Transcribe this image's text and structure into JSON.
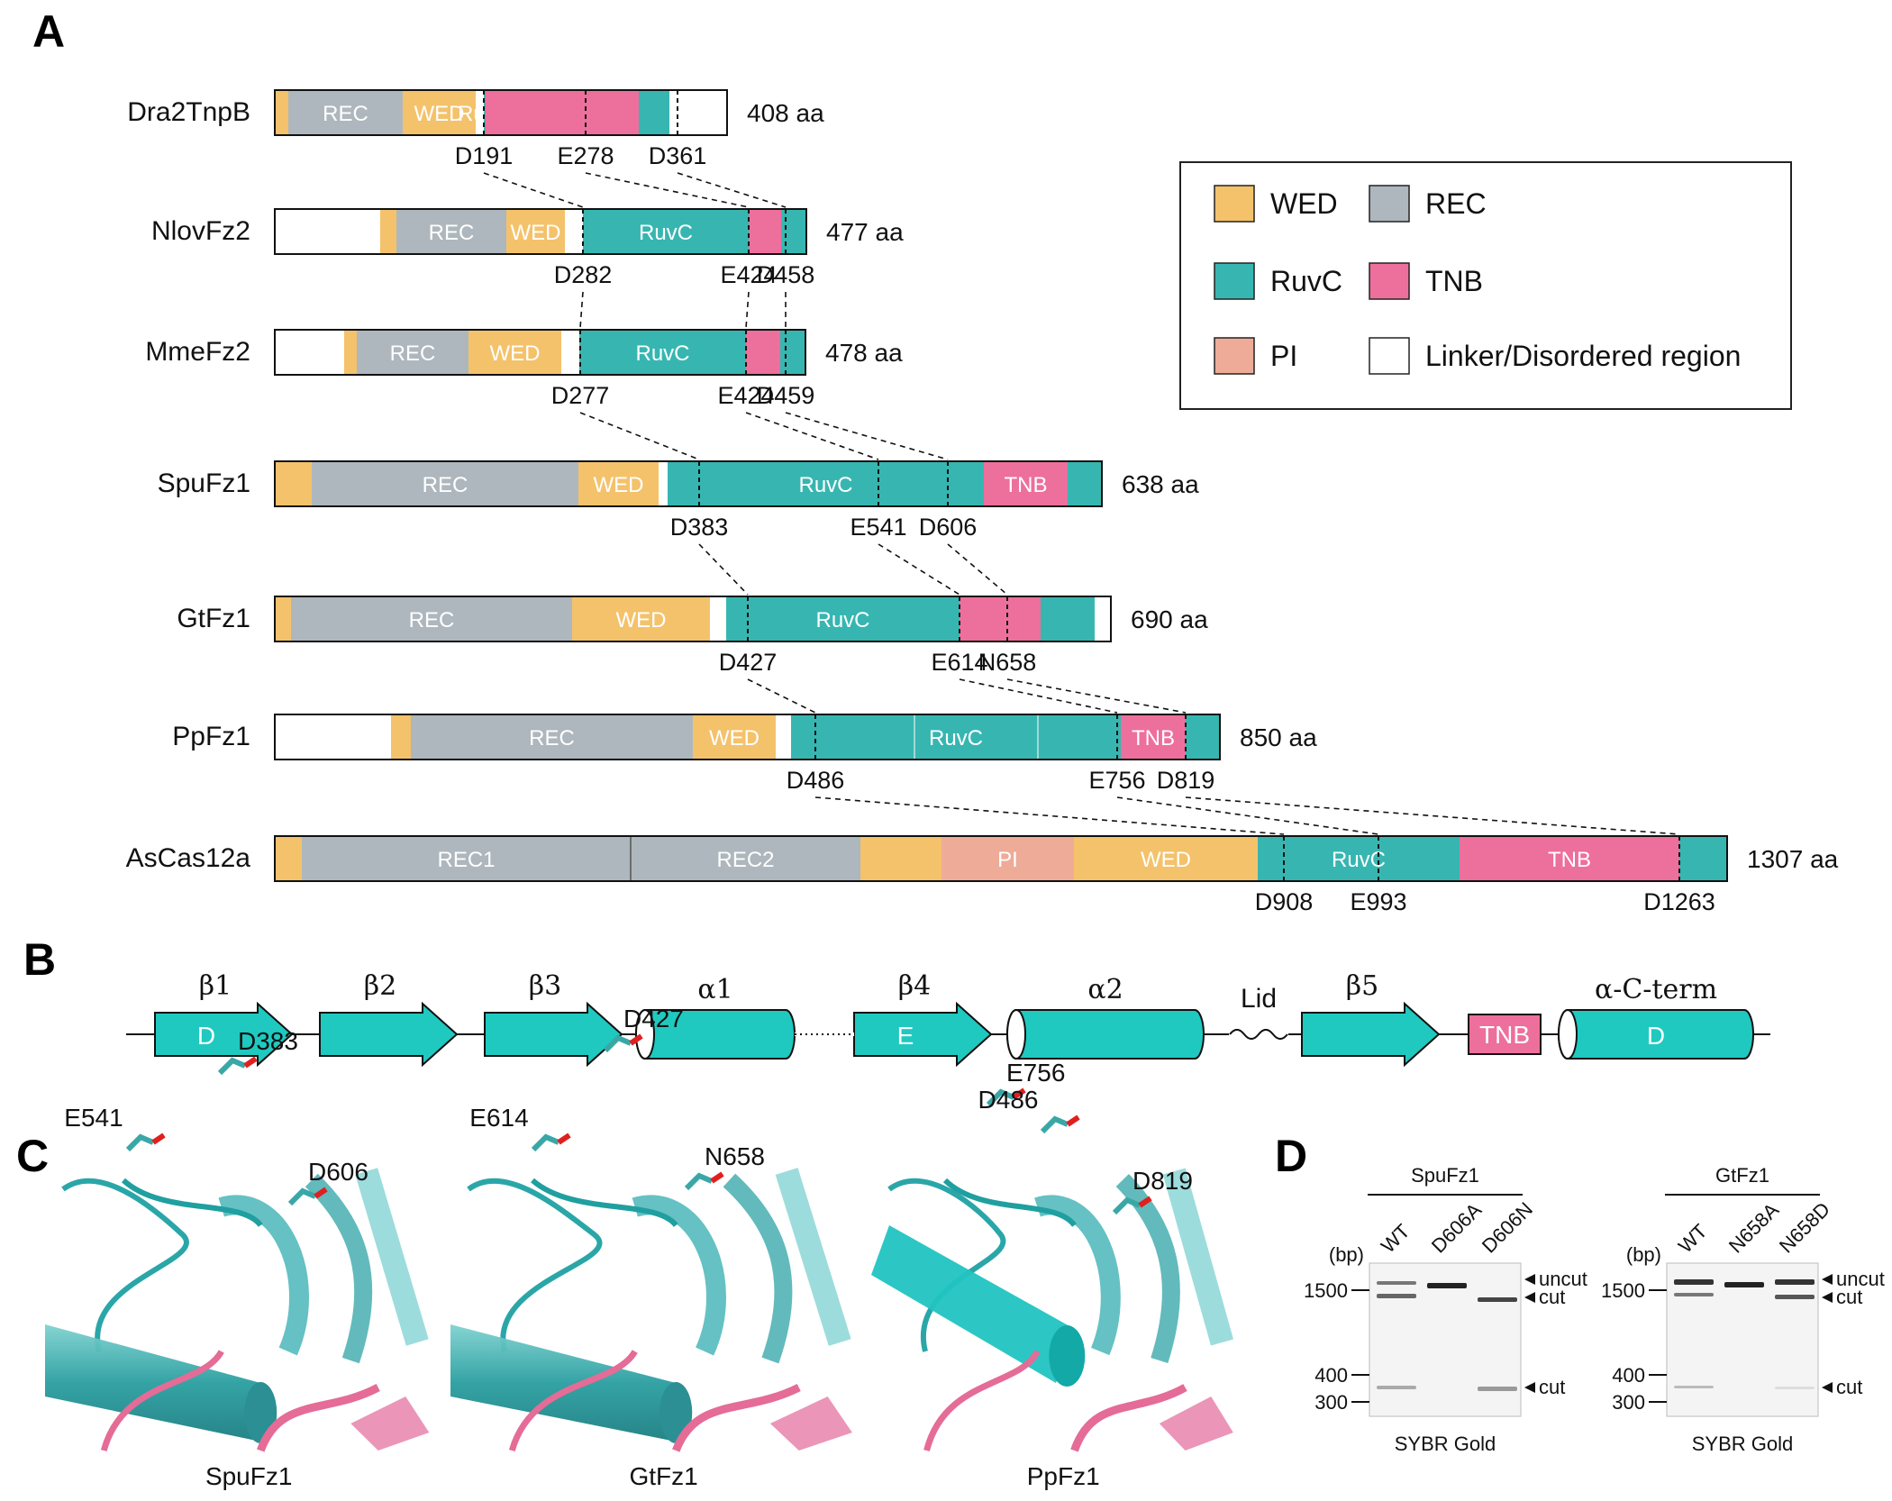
{
  "panels": {
    "A": "A",
    "B": "B",
    "C": "C",
    "D": "D"
  },
  "colors": {
    "WED": "#f4c26b",
    "REC": "#aeb7bd",
    "RuvC": "#37b6b1",
    "TNB": "#ed6f9c",
    "PI": "#eeab98",
    "linker": "#ffffff",
    "highlight": "#e8121c",
    "helix": "#1fc9c0"
  },
  "legend": [
    {
      "key": "WED",
      "label": "WED"
    },
    {
      "key": "REC",
      "label": "REC"
    },
    {
      "key": "RuvC",
      "label": "RuvC"
    },
    {
      "key": "TNB",
      "label": "TNB"
    },
    {
      "key": "PI",
      "label": "PI"
    },
    {
      "key": "linker",
      "label": "Linker/Disordered region"
    }
  ],
  "proteins": [
    {
      "name": "Dra2TnpB",
      "length_label": "408 aa",
      "segments": [
        {
          "t": "WED"
        },
        {
          "t": "REC",
          "label": "REC"
        },
        {
          "t": "WED",
          "label": "WED"
        },
        {
          "t": "linker"
        },
        {
          "t": "RuvC",
          "label": "RuvC"
        },
        {
          "t": "TNB"
        },
        {
          "t": "RuvC"
        },
        {
          "t": "linker"
        }
      ],
      "sites": [
        {
          "label": "D191"
        },
        {
          "label": "E278"
        },
        {
          "label": "D361"
        }
      ]
    },
    {
      "name": "NlovFz2",
      "length_label": "477 aa",
      "segments": [
        {
          "t": "linker"
        },
        {
          "t": "WED"
        },
        {
          "t": "REC",
          "label": "REC"
        },
        {
          "t": "WED",
          "label": "WED"
        },
        {
          "t": "linker"
        },
        {
          "t": "RuvC",
          "label": "RuvC"
        },
        {
          "t": "TNB"
        },
        {
          "t": "RuvC"
        }
      ],
      "sites": [
        {
          "label": "D282"
        },
        {
          "label": "E424"
        },
        {
          "label": "D458"
        }
      ]
    },
    {
      "name": "MmeFz2",
      "length_label": "478 aa",
      "segments": [
        {
          "t": "linker"
        },
        {
          "t": "WED"
        },
        {
          "t": "REC",
          "label": "REC"
        },
        {
          "t": "WED",
          "label": "WED"
        },
        {
          "t": "linker"
        },
        {
          "t": "RuvC",
          "label": "RuvC"
        },
        {
          "t": "TNB"
        },
        {
          "t": "RuvC"
        }
      ],
      "sites": [
        {
          "label": "D277"
        },
        {
          "label": "E424"
        },
        {
          "label": "D459"
        }
      ]
    },
    {
      "name": "SpuFz1",
      "length_label": "638 aa",
      "segments": [
        {
          "t": "WED"
        },
        {
          "t": "REC",
          "label": "REC"
        },
        {
          "t": "WED",
          "label": "WED"
        },
        {
          "t": "linker"
        },
        {
          "t": "RuvC",
          "label": "RuvC"
        },
        {
          "t": "TNB",
          "label": "TNB"
        },
        {
          "t": "RuvC"
        }
      ],
      "sites": [
        {
          "label": "D383"
        },
        {
          "label": "E541"
        },
        {
          "label": "D606"
        }
      ]
    },
    {
      "name": "GtFz1",
      "length_label": "690 aa",
      "segments": [
        {
          "t": "WED"
        },
        {
          "t": "REC",
          "label": "REC"
        },
        {
          "t": "WED",
          "label": "WED"
        },
        {
          "t": "linker"
        },
        {
          "t": "RuvC",
          "label": "RuvC"
        },
        {
          "t": "TNB"
        },
        {
          "t": "RuvC"
        }
      ],
      "sites": [
        {
          "label": "D427"
        },
        {
          "label": "E614"
        },
        {
          "label": "N658",
          "highlight": true
        }
      ]
    },
    {
      "name": "PpFz1",
      "length_label": "850 aa",
      "segments": [
        {
          "t": "linker"
        },
        {
          "t": "WED"
        },
        {
          "t": "REC",
          "label": "REC"
        },
        {
          "t": "WED",
          "label": "WED"
        },
        {
          "t": "linker"
        },
        {
          "t": "RuvC",
          "label": "RuvC"
        },
        {
          "t": "TNB",
          "label": "TNB"
        },
        {
          "t": "RuvC"
        }
      ],
      "sites": [
        {
          "label": "D486"
        },
        {
          "label": "E756"
        },
        {
          "label": "D819"
        }
      ]
    },
    {
      "name": "AsCas12a",
      "length_label": "1307 aa",
      "segments": [
        {
          "t": "WED"
        },
        {
          "t": "REC",
          "label": "REC1"
        },
        {
          "t": "REC",
          "label": "REC2"
        },
        {
          "t": "WED"
        },
        {
          "t": "PI",
          "label": "PI"
        },
        {
          "t": "WED",
          "label": "WED"
        },
        {
          "t": "RuvC",
          "label": "RuvC"
        },
        {
          "t": "TNB",
          "label": "TNB"
        },
        {
          "t": "RuvC"
        }
      ],
      "sites": [
        {
          "label": "D908"
        },
        {
          "label": "E993"
        },
        {
          "label": "D1263"
        }
      ]
    }
  ],
  "topology": {
    "elements": [
      {
        "type": "arrow",
        "label": "β1",
        "inner": "D"
      },
      {
        "type": "arrow",
        "label": "β2"
      },
      {
        "type": "arrow",
        "label": "β3"
      },
      {
        "type": "helix",
        "label": "α1"
      },
      {
        "type": "arrow",
        "label": "β4",
        "inner": "E"
      },
      {
        "type": "helix",
        "label": "α2"
      },
      {
        "type": "lid",
        "label": "Lid"
      },
      {
        "type": "arrow",
        "label": "β5"
      },
      {
        "type": "box",
        "inner": "TNB"
      },
      {
        "type": "helix",
        "label": "α-C-term",
        "inner": "D"
      }
    ]
  },
  "structures": [
    {
      "name": "SpuFz1",
      "residues": [
        "D383",
        "E541",
        "D606"
      ]
    },
    {
      "name": "GtFz1",
      "residues": [
        "D427",
        "E614",
        "N658"
      ]
    },
    {
      "name": "PpFz1",
      "residues": [
        "E756",
        "D486",
        "D819"
      ]
    }
  ],
  "gels": [
    {
      "title": "SpuFz1",
      "unit": "(bp)",
      "lanes": [
        "WT",
        "D606A",
        "D606N"
      ],
      "markers": [
        "1500",
        "400",
        "300"
      ],
      "right_labels": [
        "uncut",
        "cut",
        "cut"
      ],
      "stain": "SYBR Gold"
    },
    {
      "title": "GtFz1",
      "unit": "(bp)",
      "lanes": [
        "WT",
        "N658A",
        "N658D"
      ],
      "markers": [
        "1500",
        "400",
        "300"
      ],
      "right_labels": [
        "uncut",
        "cut",
        "cut"
      ],
      "stain": "SYBR Gold"
    }
  ]
}
